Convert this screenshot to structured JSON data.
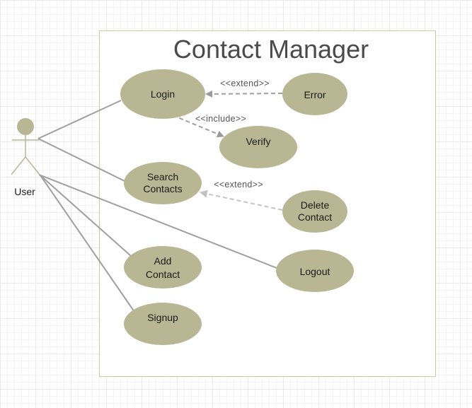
{
  "diagram": {
    "title": "Contact Manager",
    "actor": {
      "label": "User"
    },
    "use_cases": {
      "login": "Login",
      "error": "Error",
      "verify": "Verify",
      "search_contacts": [
        "Search",
        "Contacts"
      ],
      "delete_contact": [
        "Delete",
        "Contact"
      ],
      "add_contact": [
        "Add",
        "Contact"
      ],
      "signup": "Signup",
      "logout": "Logout"
    },
    "relationships": {
      "error_extends_login": "<<extend>>",
      "login_includes_verify": "<<include>>",
      "delete_extends_search": "<<extend>>"
    }
  },
  "colors": {
    "use_case_fill": "#b9b793",
    "actor_color": "#b7b593",
    "boundary_stroke": "#c9c9a9",
    "line_color": "#999999",
    "dashed_line_color": "#a9a9a9"
  }
}
